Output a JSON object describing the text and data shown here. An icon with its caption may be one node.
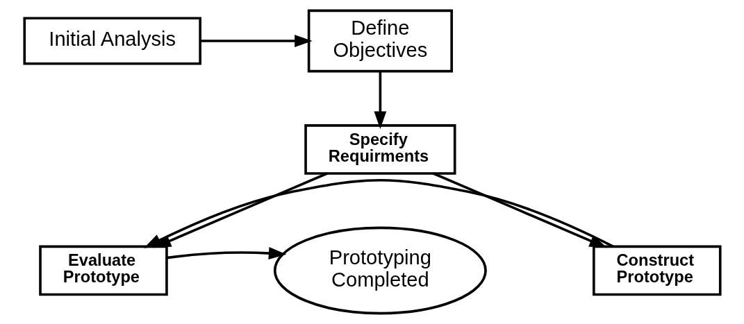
{
  "diagram": {
    "nodes": [
      {
        "text": [
          "Initial Analysis"
        ]
      },
      {
        "text": [
          "Define Objectives"
        ]
      },
      {
        "text": [
          "Specify Requirments"
        ]
      },
      {
        "text": [
          "Evaluate Prototype"
        ]
      },
      {
        "text": [
          "Construct Prototype"
        ]
      },
      {
        "text": [
          "Prototyping Completed"
        ]
      }
    ],
    "edges": [
      {
        "from": 0,
        "to": 1,
        "arrow": "to"
      },
      {
        "from": 1,
        "to": 2,
        "arrow": "to"
      },
      {
        "from": 2,
        "to": 3,
        "arrow": "to"
      },
      {
        "from": 2,
        "to": 4,
        "arrow": "to"
      },
      {
        "from": 4,
        "to": 3,
        "arrow": "to"
      },
      {
        "from": 3,
        "to": 5,
        "arrow": "to"
      }
    ]
  }
}
